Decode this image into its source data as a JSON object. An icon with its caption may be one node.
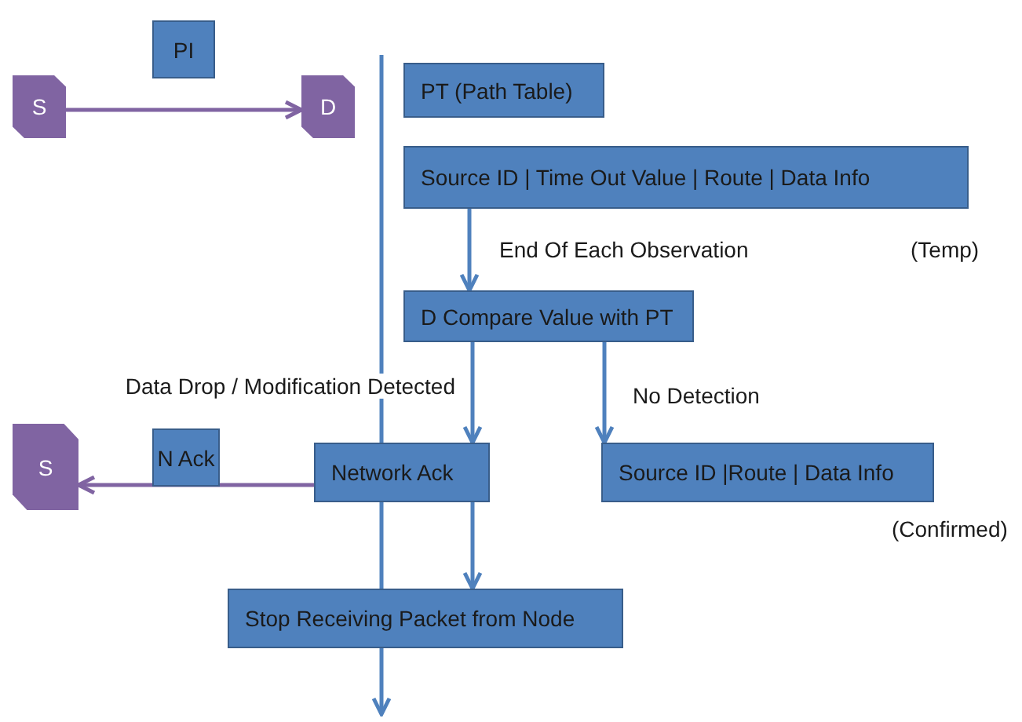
{
  "diagram": {
    "nodes": [
      {
        "text": [
          "S"
        ]
      },
      {
        "text": [
          "PI"
        ]
      },
      {
        "text": [
          "D"
        ]
      },
      {
        "text": [
          "PT (Path Table)"
        ]
      },
      {
        "text": [
          "Source ID | Time Out Value | Route | Data Info"
        ],
        "beside": [
          "(Temp)"
        ]
      },
      {
        "text": [
          "D Compare Value with PT"
        ]
      },
      {
        "text": [
          "Network Ack"
        ]
      },
      {
        "text": [
          "Source ID |Route | Data Info"
        ],
        "beside": [
          "(Confirmed)"
        ]
      },
      {
        "text": [
          "S"
        ]
      },
      {
        "text": [
          "N Ack"
        ]
      },
      {
        "text": [
          "Stop Receiving Packet from Node"
        ]
      }
    ],
    "edges": [
      {
        "from": 0,
        "to": 2,
        "arrow": "to",
        "color": "#8064a2"
      },
      {
        "from": 4,
        "to": 5,
        "arrow": "to",
        "label": "End Of Each Observation"
      },
      {
        "from": 5,
        "to": 6,
        "arrow": "to",
        "label": "Data Drop / Modification Detected"
      },
      {
        "from": 5,
        "to": 7,
        "arrow": "to",
        "label": "No Detection"
      },
      {
        "from": 6,
        "to": 8,
        "arrow": "to",
        "color": "#8064a2"
      },
      {
        "from": 6,
        "to": 10,
        "arrow": "to"
      }
    ]
  }
}
